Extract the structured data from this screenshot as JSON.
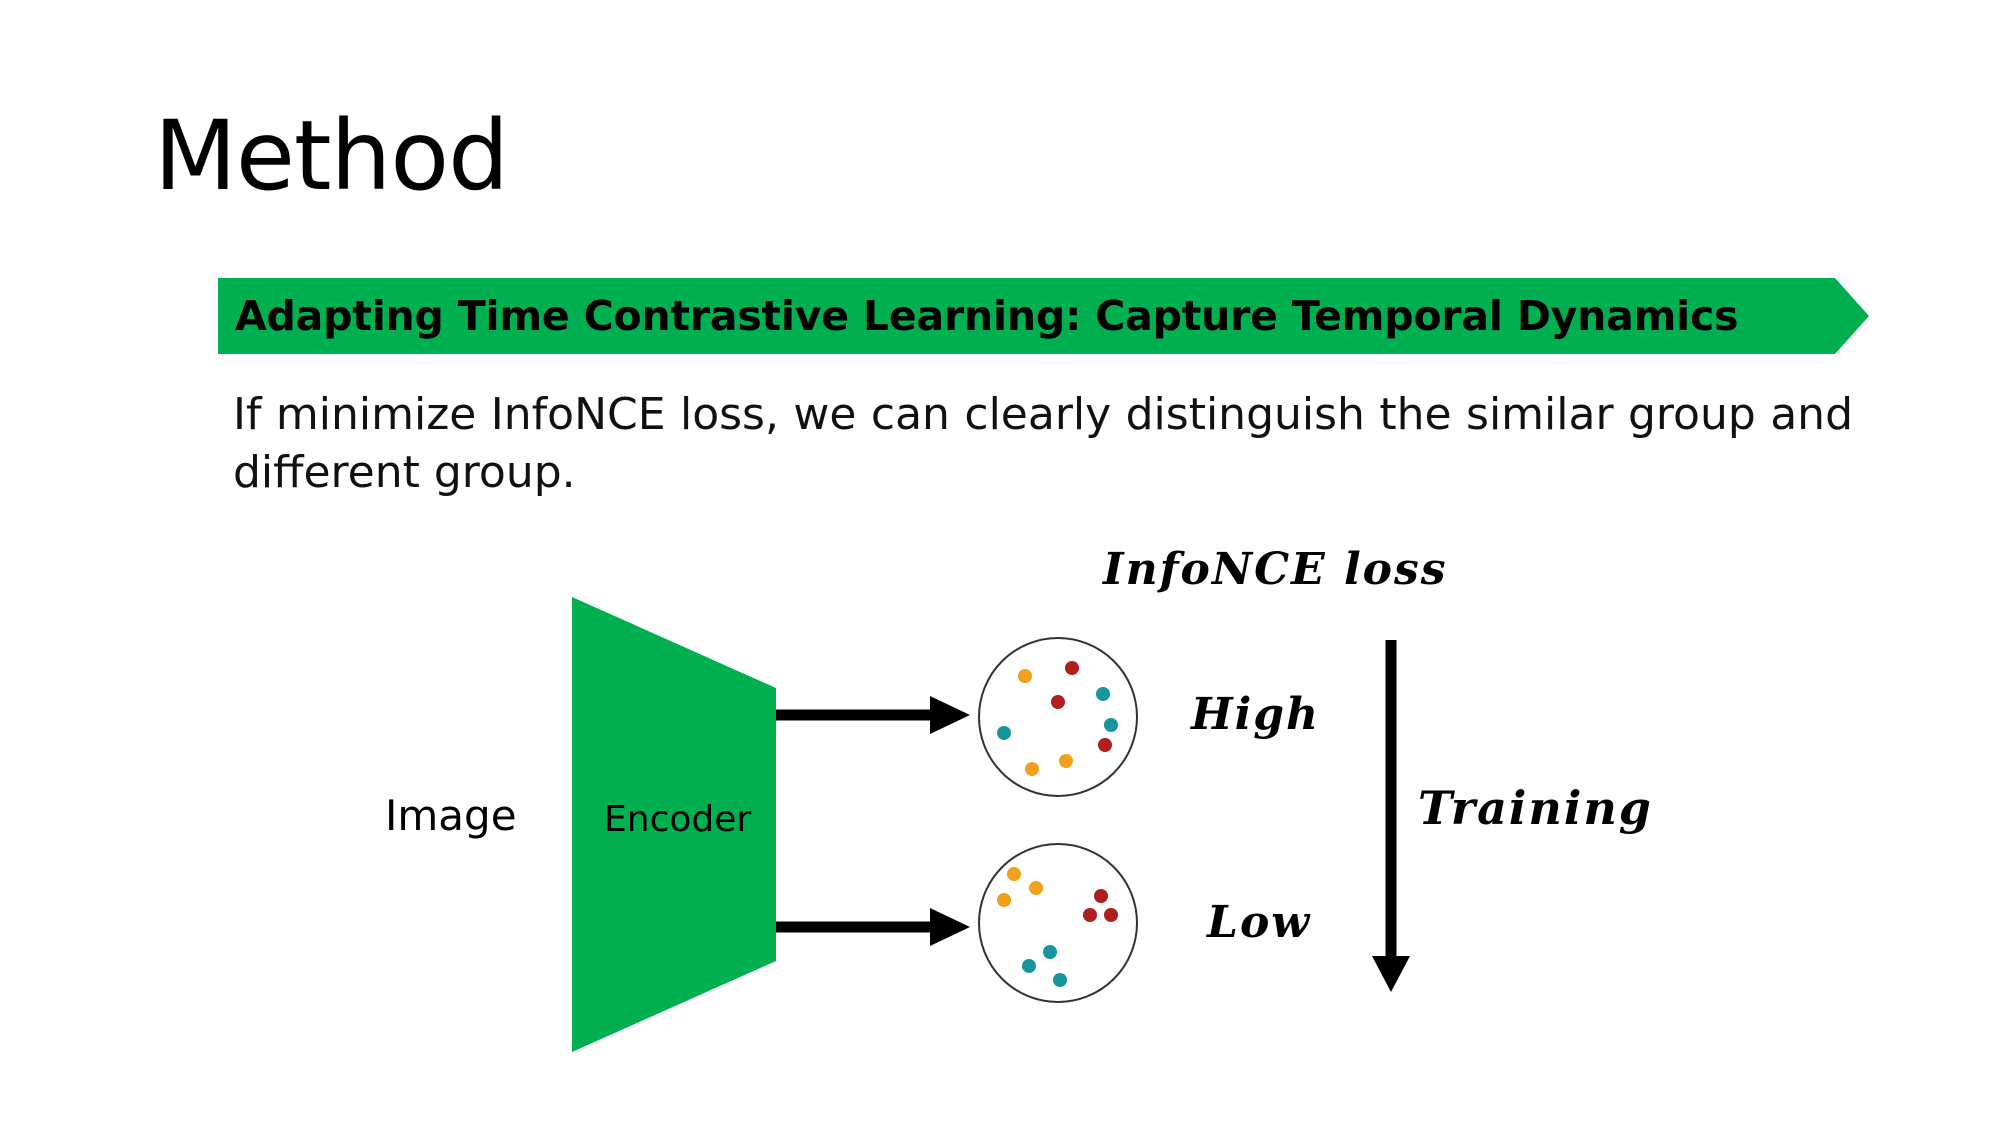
{
  "slide": {
    "title": "Method",
    "banner": {
      "text": "Adapting Time Contrastive Learning: Capture Temporal Dynamics",
      "color": "#00b050"
    },
    "description": "If minimize InfoNCE loss, we can clearly distinguish the similar group and different group."
  },
  "diagram": {
    "input_label": "Image",
    "encoder_label": "Encoder",
    "encoder_color": "#00b050",
    "loss_label": "InfoNCE loss",
    "high_label": "High",
    "low_label": "Low",
    "training_label": "Training",
    "dot_colors": {
      "orange": "#f0a019",
      "red": "#b01e1e",
      "teal": "#17969b"
    }
  }
}
